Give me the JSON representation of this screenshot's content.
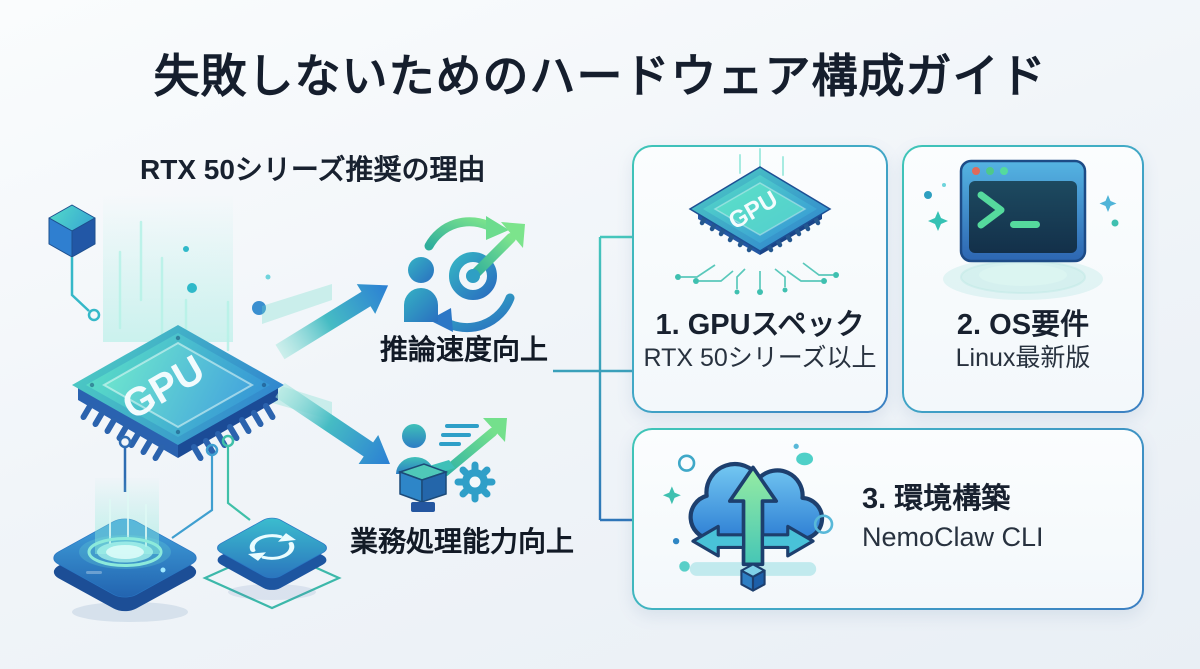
{
  "page": {
    "title": "失敗しないためのハードウェア構成ガイド"
  },
  "reasons": {
    "heading": "RTX 50シリーズ推奨の理由",
    "benefits": [
      {
        "label": "推論速度向上",
        "icon": "speed-sync-target-icon"
      },
      {
        "label": "業務処理能力向上",
        "icon": "workload-gear-icon"
      }
    ]
  },
  "chip": {
    "label": "GPU"
  },
  "cards": [
    {
      "title": "1. GPUスペック",
      "subtitle": "RTX 50シリーズ以上",
      "icon": "gpu-chip-icon"
    },
    {
      "title": "2. OS要件",
      "subtitle": "Linux最新版",
      "icon": "terminal-icon"
    },
    {
      "title": "3. 環境構築",
      "subtitle": "NemoClaw CLI",
      "icon": "cloud-transfer-icon"
    }
  ],
  "icons": {
    "hero": "gpu-isometric-illustration",
    "hero_parts": [
      "cube-icon",
      "gpu-chip-icon",
      "server-hub-icon",
      "sync-tile-icon"
    ],
    "arrows": [
      "up-right-arrow-icon",
      "down-right-arrow-icon"
    ]
  },
  "colors": {
    "background": "#f1f5f9",
    "title_text": "#151e2d",
    "accent_teal": "#3fc6b7",
    "accent_blue": "#2e80d0",
    "card_border_start": "#3fc6b7",
    "card_border_end": "#3b7fc2",
    "terminal_green": "#55da9d",
    "connector": "#3fb9b9"
  }
}
